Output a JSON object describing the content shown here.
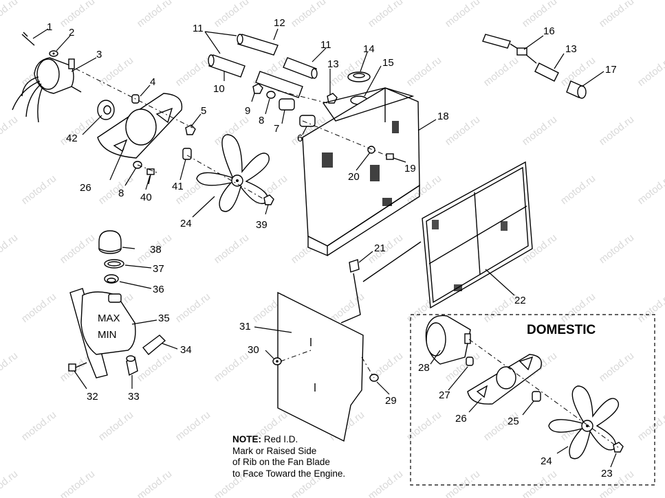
{
  "watermark": "motod.ru",
  "domestic_label": "DOMESTIC",
  "note": {
    "lead": "NOTE:",
    "lines": [
      "Red I.D.",
      "Mark or Raised Side",
      "of Rib on the Fan Blade",
      "to Face Toward the Engine."
    ]
  },
  "part_numbers": [
    "1",
    "2",
    "3",
    "4",
    "5",
    "6",
    "7",
    "8",
    "8",
    "9",
    "10",
    "11",
    "11",
    "12",
    "13",
    "13",
    "14",
    "15",
    "16",
    "17",
    "18",
    "19",
    "20",
    "21",
    "22",
    "23",
    "24",
    "24",
    "25",
    "26",
    "26",
    "27",
    "28",
    "29",
    "30",
    "31",
    "32",
    "33",
    "34",
    "35",
    "36",
    "37",
    "38",
    "39",
    "40",
    "41",
    "42"
  ],
  "tank_labels": [
    "MAX",
    "MIN"
  ]
}
